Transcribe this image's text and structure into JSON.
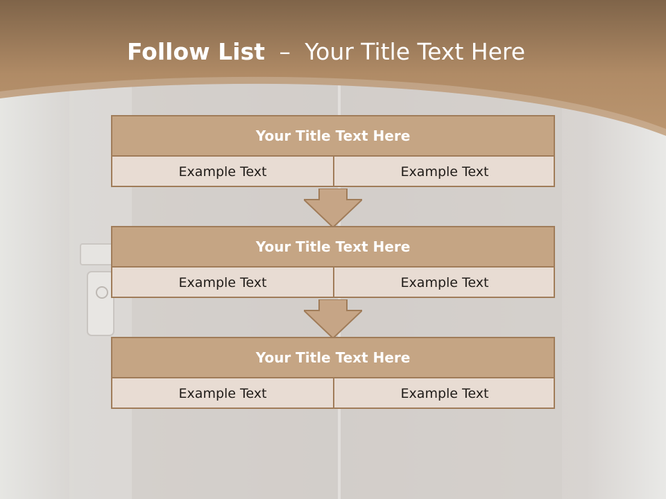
{
  "slide": {
    "title_bold": "Follow List",
    "title_dash": "–",
    "title_rest": "Your Title Text Here"
  },
  "colors": {
    "header_band": "#b38d67",
    "block_title_fill": "#c5a584",
    "block_body_fill": "#e8dcd3",
    "border": "#a07c59",
    "background": "#dcd9d6"
  },
  "blocks": [
    {
      "title": "Your Title Text Here",
      "left_text": "Example Text",
      "right_text": "Example Text"
    },
    {
      "title": "Your Title Text Here",
      "left_text": "Example Text",
      "right_text": "Example Text"
    },
    {
      "title": "Your Title Text Here",
      "left_text": "Example Text",
      "right_text": "Example Text"
    }
  ]
}
